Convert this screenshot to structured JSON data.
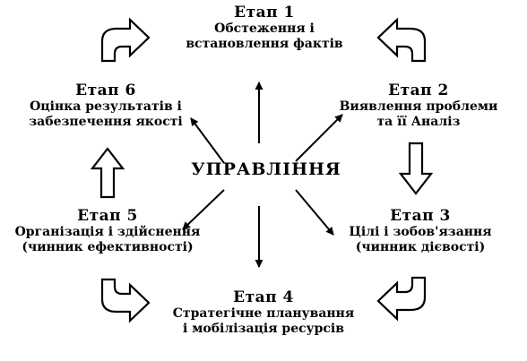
{
  "center": {
    "label": "УПРАВЛІННЯ"
  },
  "stages": [
    {
      "title": "Етап 1",
      "lines": [
        "Обстеження і",
        "встановлення фактів"
      ]
    },
    {
      "title": "Етап 2",
      "lines": [
        "Виявлення проблеми",
        "та її Аналіз"
      ]
    },
    {
      "title": "Етап 3",
      "lines": [
        "Цілі і зобов'язання",
        "(чинник дієвості)"
      ]
    },
    {
      "title": "Етап 4",
      "lines": [
        "Стратегічне планування",
        "і мобілізація ресурсів"
      ]
    },
    {
      "title": "Етап 5",
      "lines": [
        "Організація і здійснення",
        "(чинник ефективності)"
      ]
    },
    {
      "title": "Етап 6",
      "lines": [
        "Оцінка результатів і",
        "забезпечення якості"
      ]
    }
  ]
}
